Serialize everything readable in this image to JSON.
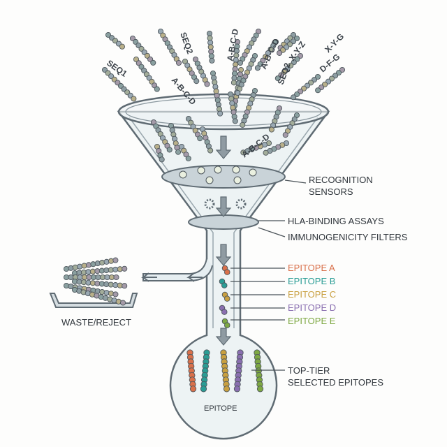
{
  "top_labels": {
    "seq1": "SEQ1",
    "seq2_a": "SEQ2",
    "abcd_1": "A-B-C-D",
    "abcd_2": "A-B-C-D",
    "seq2_b": "SEQ2",
    "xyz": "X-Y-Z",
    "xyg": "X-Y-G",
    "dfg": "D-F-G",
    "abcd_3": "A-B-C-D",
    "abcd_4": "A-B-C-D"
  },
  "stages": {
    "recognition_line1": "RECOGNITION",
    "recognition_line2": "SENSORS",
    "hla": "HLA-BINDING ASSAYS",
    "immuno": "IMMUNOGENICITY FILTERS"
  },
  "epitopes": [
    {
      "label": "EPITOPE A",
      "color": "#d9704a"
    },
    {
      "label": "EPITOPE B",
      "color": "#2a9d95"
    },
    {
      "label": "EPITOPE C",
      "color": "#c9a040"
    },
    {
      "label": "EPITOPE D",
      "color": "#8a6fb0"
    },
    {
      "label": "EPITOPE E",
      "color": "#7ea843"
    }
  ],
  "waste_label": "WASTE/REJECT",
  "result": {
    "line1": "TOP-TIER",
    "line2": "SELECTED EPITOPES",
    "bulb_label": "EPITOPE"
  }
}
